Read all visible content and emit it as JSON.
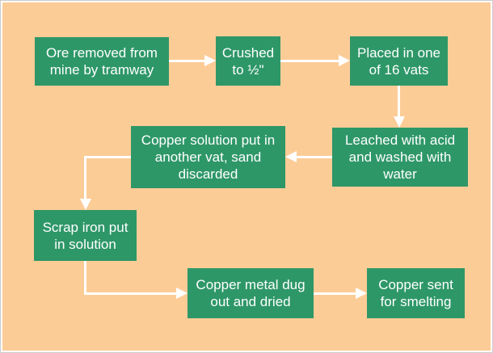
{
  "palette": {
    "background": "#FCCC97",
    "node_fill": "#2E9768",
    "node_text": "#FFFFFF",
    "arrow": "#FFFFFF"
  },
  "nodes": [
    {
      "id": "ore-removed",
      "label": "Ore removed from\nmine by tramway"
    },
    {
      "id": "crushed",
      "label": "Crushed\nto ½\""
    },
    {
      "id": "placed-in-vats",
      "label": "Placed in one\nof 16 vats"
    },
    {
      "id": "leached",
      "label": "Leached with acid\nand washed with\nwater"
    },
    {
      "id": "copper-solution",
      "label": "Copper solution put in\nanother vat, sand\ndiscarded"
    },
    {
      "id": "scrap-iron",
      "label": "Scrap iron put\nin solution"
    },
    {
      "id": "copper-metal",
      "label": "Copper metal dug\nout and dried"
    },
    {
      "id": "copper-smelting",
      "label": "Copper sent\nfor smelting"
    }
  ],
  "flows": [
    {
      "from": "ore-removed",
      "to": "crushed"
    },
    {
      "from": "crushed",
      "to": "placed-in-vats"
    },
    {
      "from": "placed-in-vats",
      "to": "leached"
    },
    {
      "from": "leached",
      "to": "copper-solution"
    },
    {
      "from": "copper-solution",
      "to": "scrap-iron"
    },
    {
      "from": "scrap-iron",
      "to": "copper-metal"
    },
    {
      "from": "copper-metal",
      "to": "copper-smelting"
    }
  ]
}
